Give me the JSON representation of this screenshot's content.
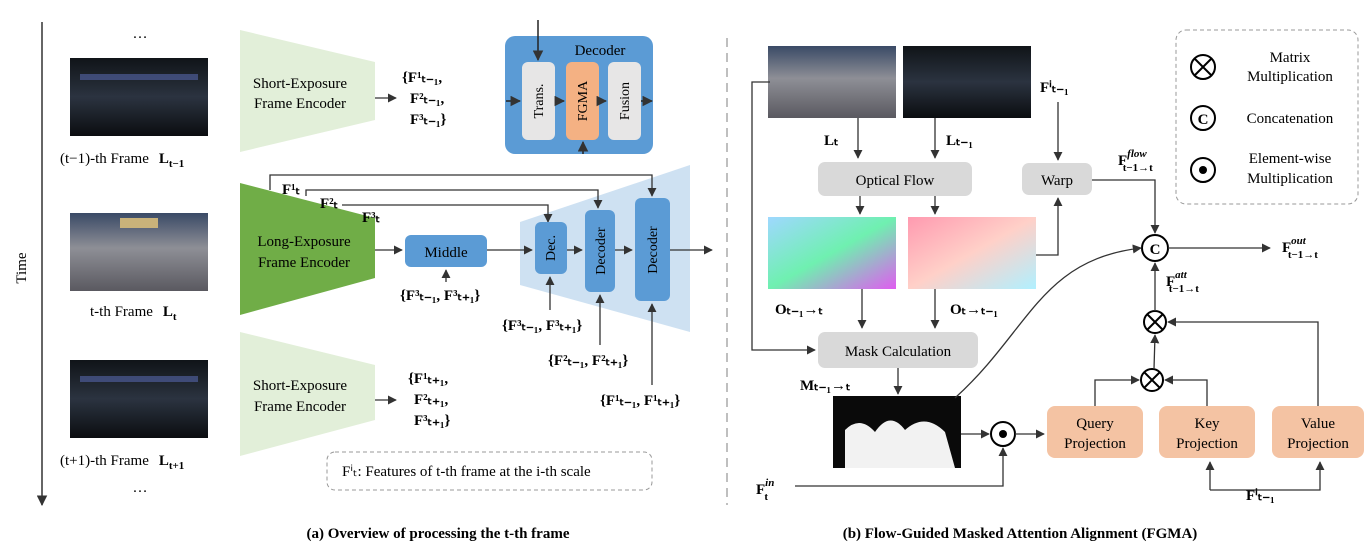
{
  "colors": {
    "encoder_light": "#e2efd9",
    "encoder_dark": "#70ad47",
    "module_blue": "#bdd7ee",
    "block_blue": "#5b9bd5",
    "proj_orange": "#f4c3a3",
    "box_gray": "#d9d9d9",
    "dashed_gray": "#999999"
  },
  "left": {
    "axis_label": "Time",
    "ellipsis": "…",
    "frame_prev": {
      "label": "(t−1)-th Frame",
      "symbol": "L",
      "sub": "t−1"
    },
    "frame_cur": {
      "label": "t-th Frame",
      "symbol": "L",
      "sub": "t"
    },
    "frame_next": {
      "label": "(t+1)-th Frame",
      "symbol": "L",
      "sub": "t+1"
    },
    "enc_short_1": "Short-Exposure",
    "enc_short_2": "Frame Encoder",
    "enc_long_1": "Long-Exposure",
    "enc_long_2": "Frame Encoder",
    "feat_prev": [
      "{F¹ₜ₋₁,",
      "F²ₜ₋₁,",
      "F³ₜ₋₁}"
    ],
    "feat_next": [
      "{F¹ₜ₊₁,",
      "F²ₜ₊₁,",
      "F³ₜ₊₁}"
    ],
    "skip_f1": "F¹ₜ",
    "skip_f2": "F²ₜ",
    "skip_f3": "F³ₜ",
    "middle": "Middle",
    "middle_in": "{F³ₜ₋₁, F³ₜ₊₁}",
    "dec_small": "Dec.",
    "decoder": "Decoder",
    "dec1_in": "{F³ₜ₋₁, F³ₜ₊₁}",
    "dec2_in": "{F²ₜ₋₁, F²ₜ₊₁}",
    "dec3_in": "{F¹ₜ₋₁, F¹ₜ₊₁}",
    "decoder_title": "Decoder",
    "dec_trans": "Trans.",
    "dec_fgma": "FGMA",
    "dec_fusion": "Fusion",
    "note": "Fⁱₜ: Features of t-th frame at the i-th scale",
    "caption": "(a) Overview of processing the t-th frame"
  },
  "right": {
    "lt": "Lₜ",
    "lt1": "Lₜ₋₁",
    "fi": "Fⁱₜ₋₁",
    "optical_flow": "Optical Flow",
    "warp": "Warp",
    "fflow": "F",
    "fflow_sup": "flow",
    "fflow_sub": "t−1→t",
    "o_fwd": "Oₜ₋₁→ₜ",
    "o_bwd": "Oₜ→ₜ₋₁",
    "mask_calc": "Mask Calculation",
    "mask": "Mₜ₋₁→ₜ",
    "fout": "F",
    "fout_sup": "out",
    "fout_sub": "t−1→t",
    "fatt": "F",
    "fatt_sup": "att",
    "fatt_sub": "t−1→t",
    "fin": "F",
    "fin_sup": "in",
    "fin_sub": "t",
    "fi_bottom": "Fⁱₜ₋₁",
    "query_1": "Query",
    "query_2": "Projection",
    "key_1": "Key",
    "key_2": "Projection",
    "value_1": "Value",
    "value_2": "Projection",
    "legend_mm_1": "Matrix",
    "legend_mm_2": "Multiplication",
    "legend_concat": "Concatenation",
    "legend_ew_1": "Element-wise",
    "legend_ew_2": "Multiplication",
    "concat_symbol": "C",
    "caption": "(b) Flow-Guided Masked Attention Alignment (FGMA)"
  }
}
